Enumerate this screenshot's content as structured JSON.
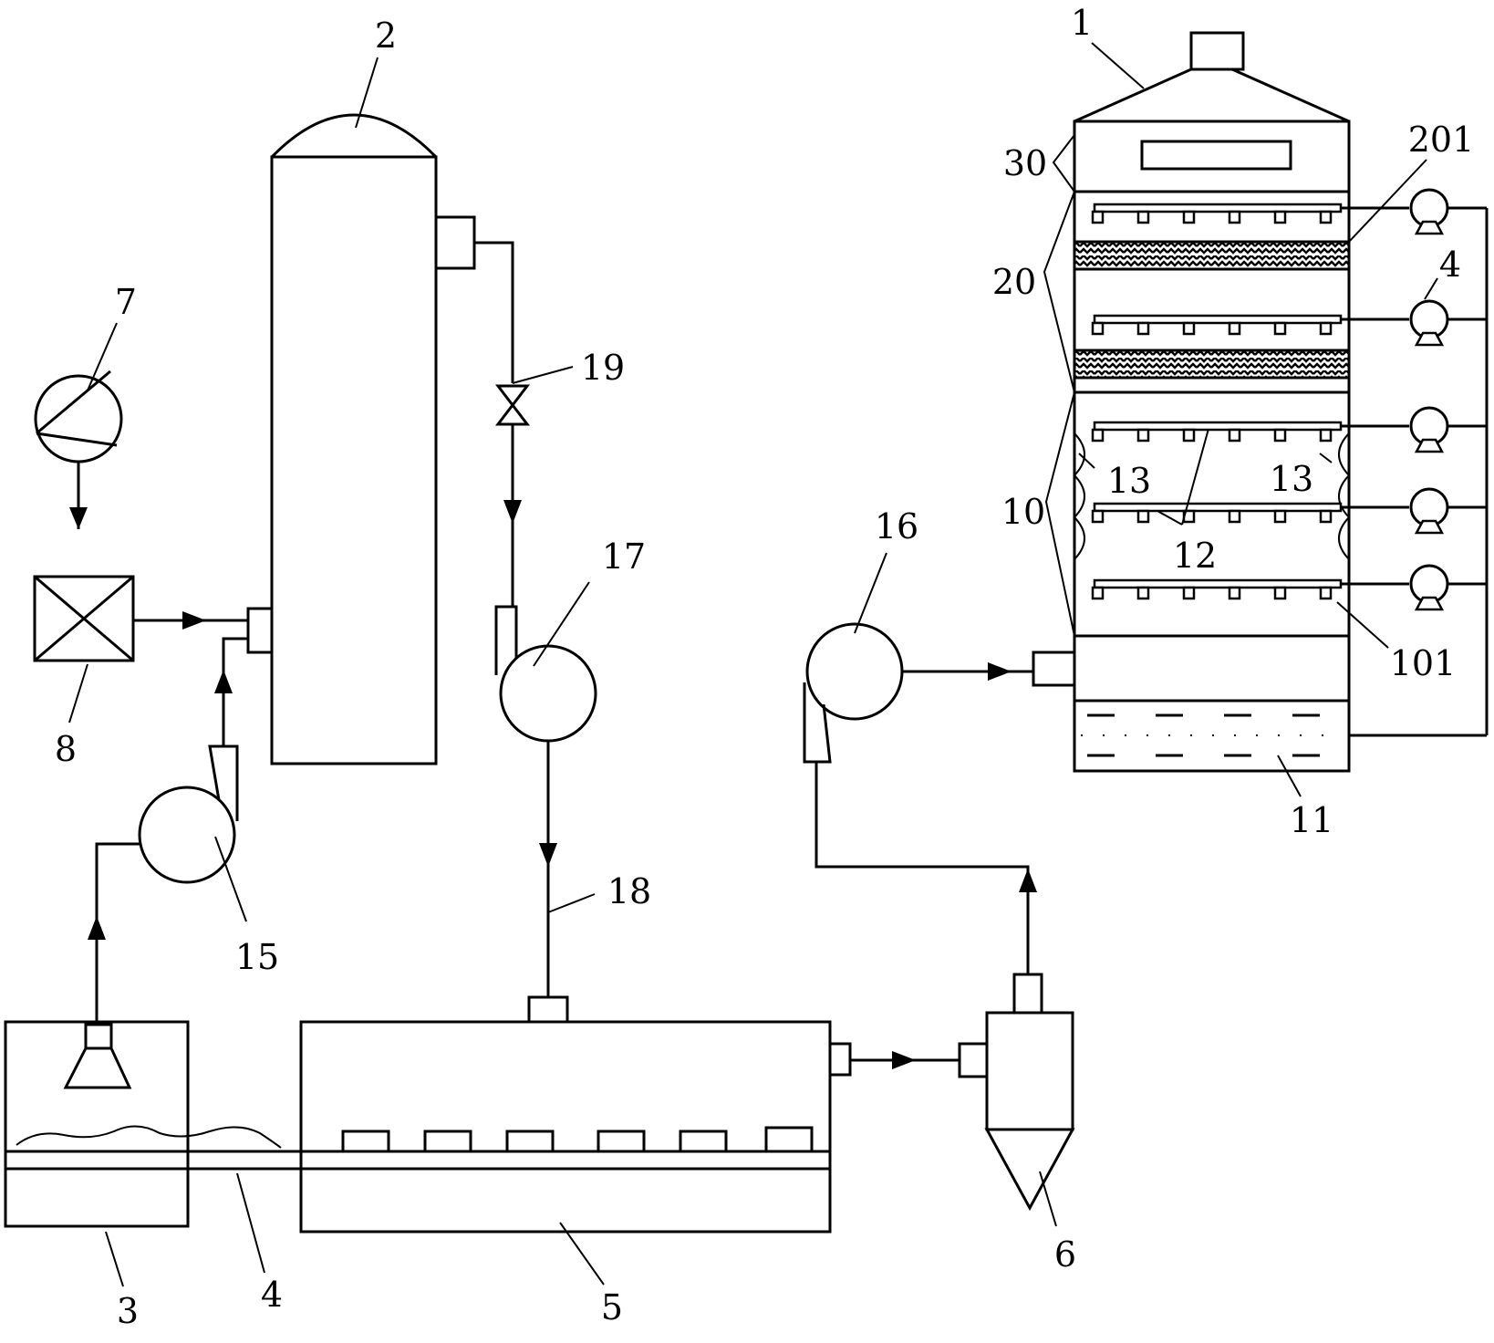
{
  "labels": {
    "tower_1": "1",
    "tank_2": "2",
    "chamber_3": "3",
    "conveyor_4": "4",
    "pump_4": "4",
    "box_5": "5",
    "cyclone_6": "6",
    "heater_7": "7",
    "mixer_8": "8",
    "zone_10": "10",
    "tank_11": "11",
    "nozzle_12": "12",
    "baffle_13_left": "13",
    "baffle_13_right": "13",
    "fan_15": "15",
    "fan_16": "16",
    "fan_17": "17",
    "pipe_18": "18",
    "valve_19": "19",
    "zone_20": "20",
    "zone_30": "30",
    "spray_101": "101",
    "packing_201": "201"
  },
  "colors": {
    "line": "#000000",
    "background": "#ffffff"
  }
}
